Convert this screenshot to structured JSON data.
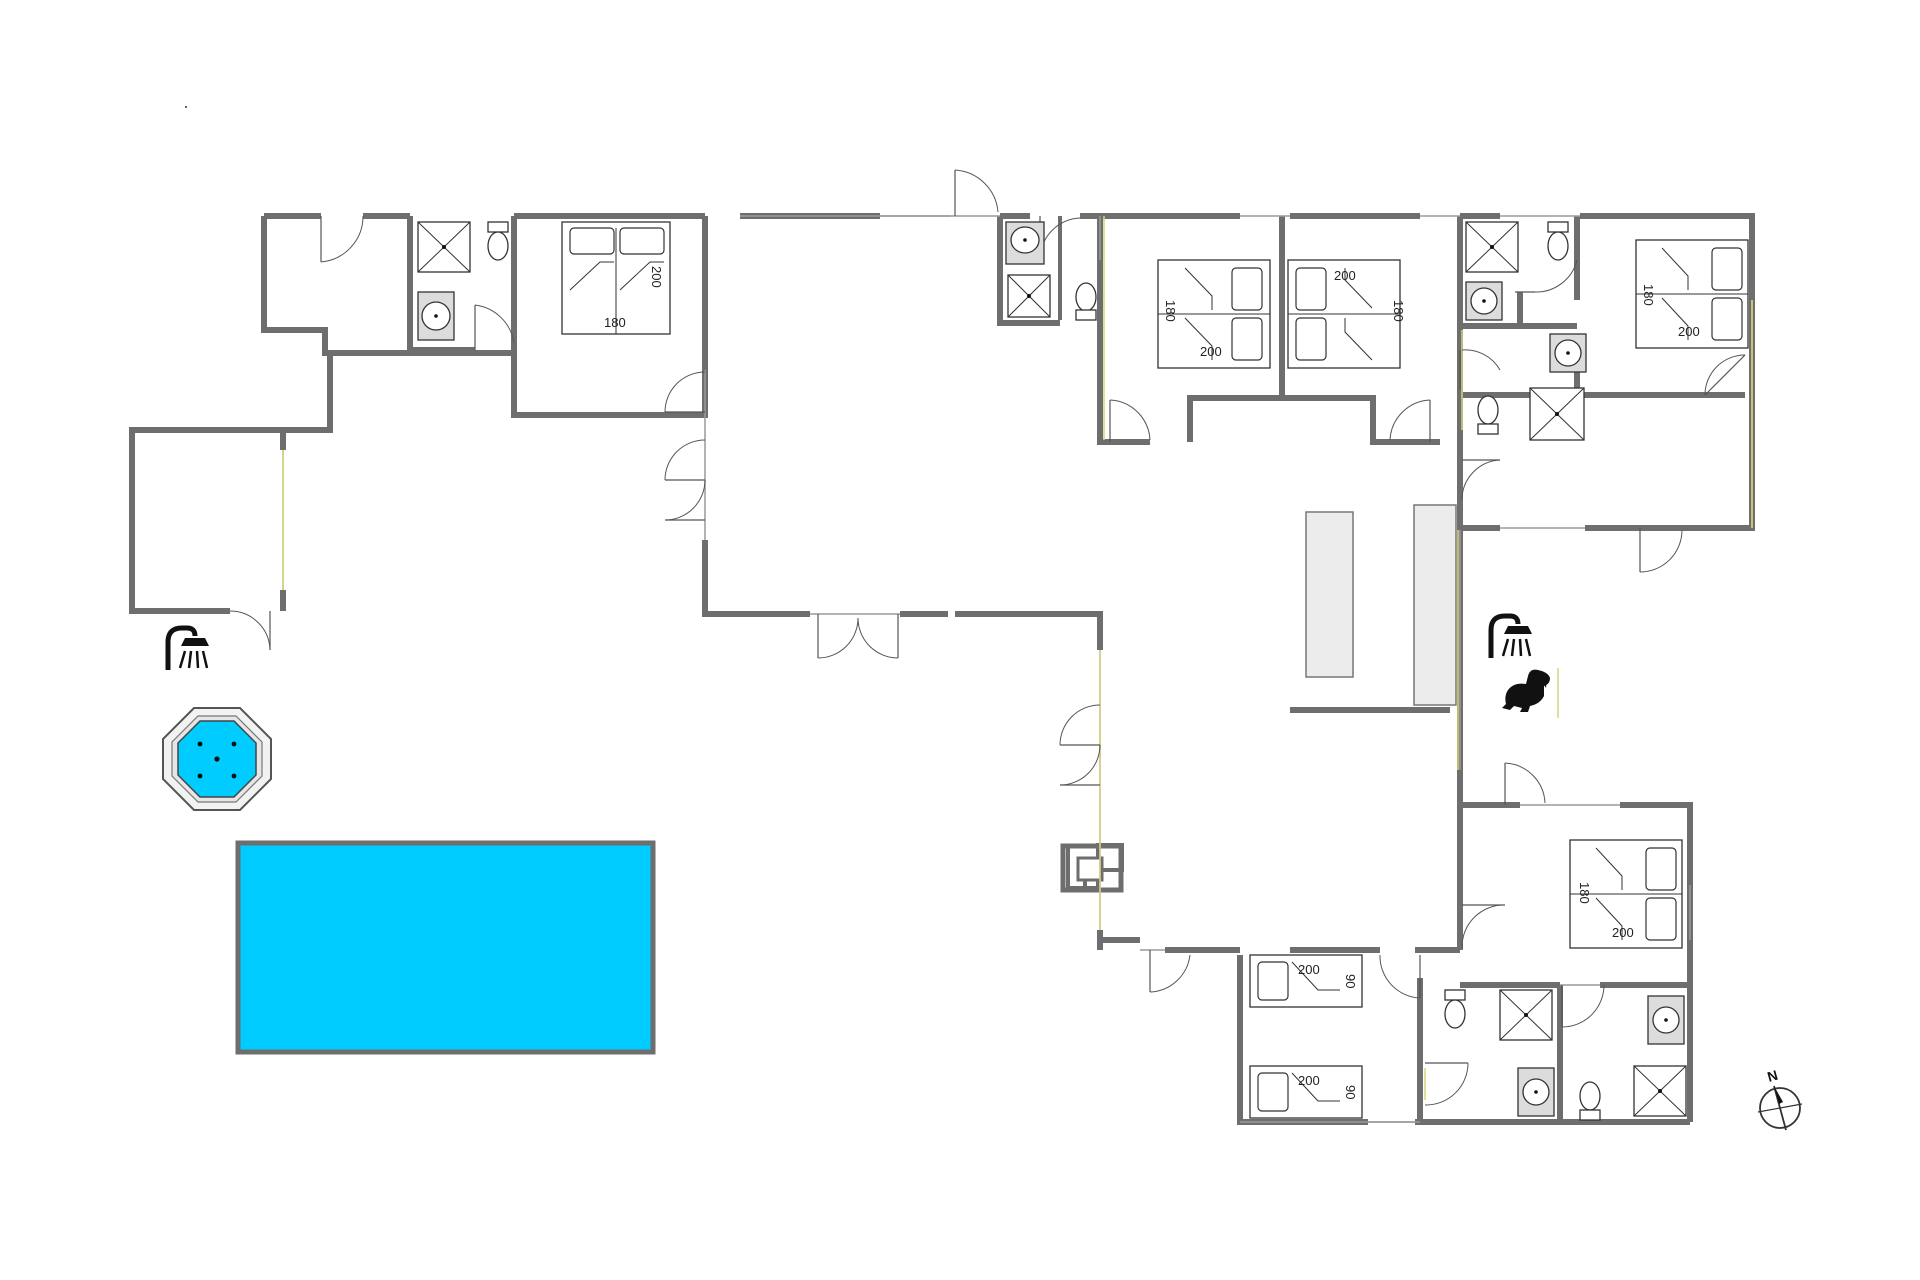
{
  "colors": {
    "wall": "#6e6e6e",
    "pool": "#00ccff",
    "background": "#ffffff",
    "fixture": "#333333"
  },
  "bed_labels": {
    "bed_a_width": "180",
    "bed_a_length": "200",
    "bed_b_width": "180",
    "bed_b_length": "200",
    "bed_c_width": "180",
    "bed_c_length": "200",
    "bed_d_width": "180",
    "bed_d_length": "200",
    "bed_e_width": "180",
    "bed_e_length": "200",
    "bed_f_width": "90",
    "bed_f_length": "200",
    "bed_g_width": "90",
    "bed_g_length": "200"
  },
  "compass": {
    "label": "N"
  },
  "icons": {
    "shower_outdoor_left": "shower-icon",
    "shower_outdoor_right": "shower-icon",
    "pet": "dog-icon",
    "spa": "hot-tub-icon",
    "pool": "pool-icon"
  }
}
